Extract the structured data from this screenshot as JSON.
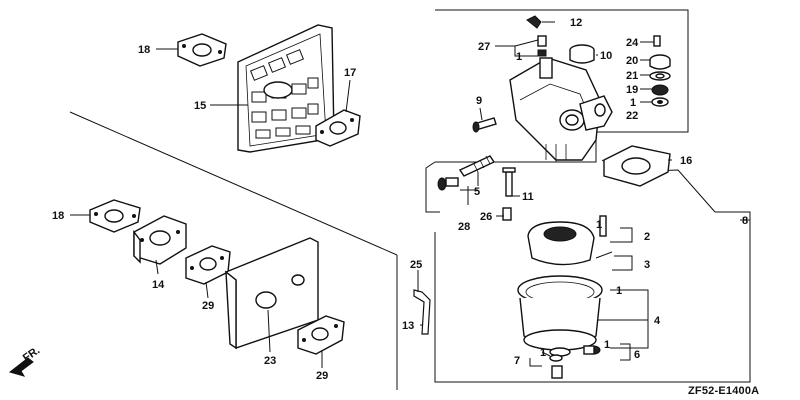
{
  "diagram": {
    "code": "ZF52-E1400A",
    "direction_label": "FR.",
    "labels": {
      "p1": "1",
      "p2": "2",
      "p3": "3",
      "p4": "4",
      "p5": "5",
      "p6": "6",
      "p7": "7",
      "p8": "8",
      "p9": "9",
      "p10": "10",
      "p11": "11",
      "p12": "12",
      "p13": "13",
      "p14": "14",
      "p15": "15",
      "p16": "16",
      "p17": "17",
      "p18a": "18",
      "p18b": "18",
      "p19": "19",
      "p20": "20",
      "p21": "21",
      "p22": "22",
      "p23": "23",
      "p24": "24",
      "p25": "25",
      "p26": "26",
      "p27": "27",
      "p28": "28",
      "p29a": "29",
      "p29b": "29",
      "p1_top": "1",
      "p1_right": "1",
      "p1_bowl": "1",
      "p1_bolt": "1",
      "p1_drain": "1"
    }
  }
}
